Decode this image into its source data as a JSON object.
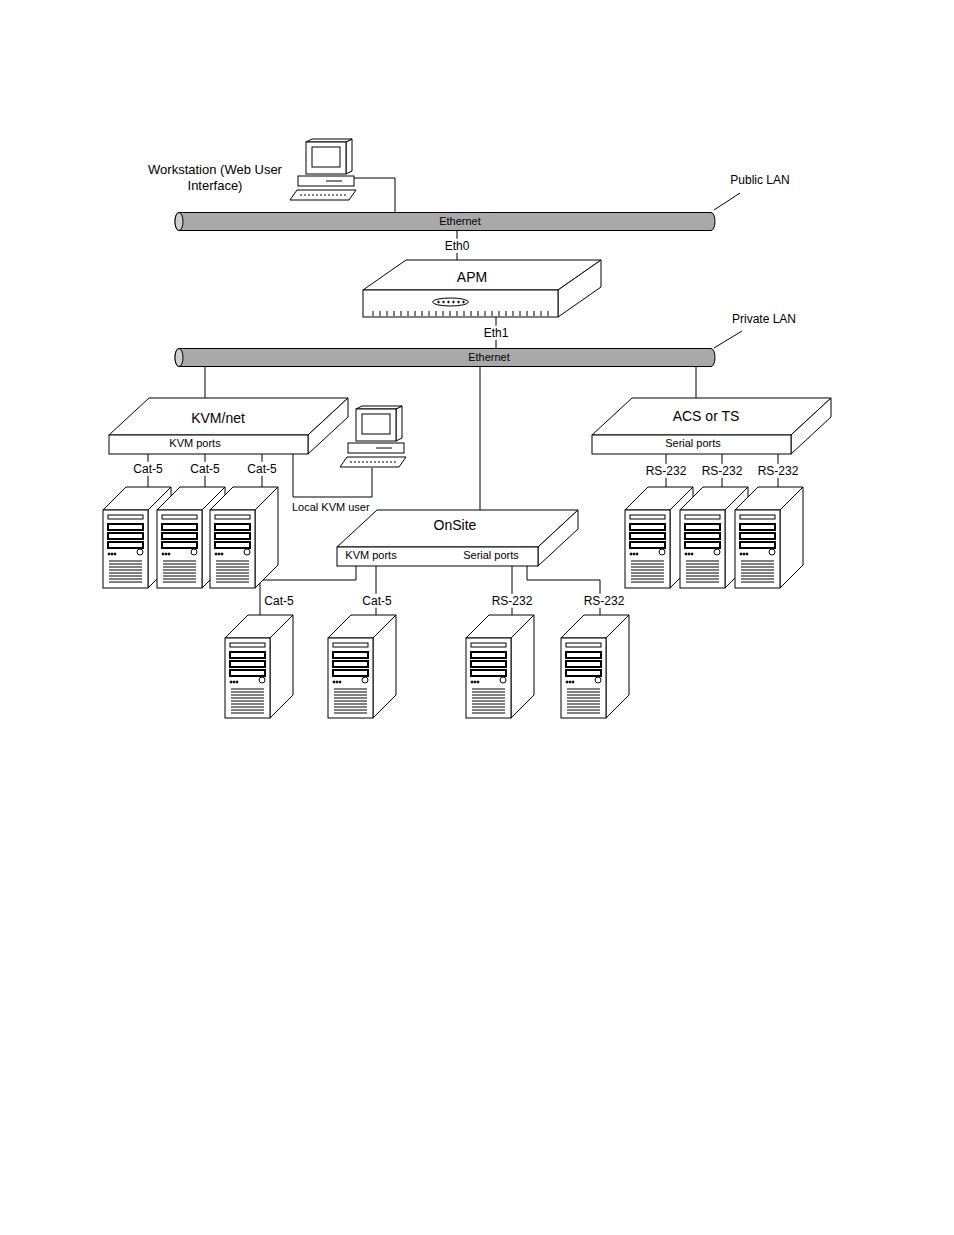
{
  "diagram": {
    "nodes": [
      {
        "text": [
          "Workstation (Web User Interface)"
        ]
      },
      {
        "text": [
          "Ethernet"
        ]
      },
      {
        "text": [
          "APM"
        ]
      },
      {
        "text": [
          "Ethernet"
        ]
      },
      {
        "text": [
          "KVM/net",
          "KVM ports"
        ]
      },
      {
        "text": [
          "ACS or TS",
          "Serial ports"
        ]
      },
      {
        "text": [
          "Local KVM user"
        ]
      },
      {
        "text": [
          "OnSite",
          "KVM ports",
          "Serial ports"
        ]
      }
    ],
    "edges": [
      {
        "from": 0,
        "to": 1,
        "arrow": "none"
      },
      {
        "from": 1,
        "to": 2,
        "label": "Eth0",
        "arrow": "none"
      },
      {
        "from": 2,
        "to": 3,
        "label": "Eth1",
        "arrow": "none"
      },
      {
        "from": 3,
        "to": 4,
        "arrow": "none"
      },
      {
        "from": 3,
        "to": 7,
        "arrow": "none"
      },
      {
        "from": 3,
        "to": 5,
        "arrow": "none"
      },
      {
        "from": 4,
        "to": 6,
        "arrow": "none"
      }
    ],
    "labels": [
      "Public LAN",
      "Private LAN",
      "Cat-5",
      "Cat-5",
      "Cat-5",
      "RS-232",
      "RS-232",
      "RS-232",
      "Cat-5",
      "Cat-5",
      "RS-232",
      "RS-232"
    ]
  }
}
